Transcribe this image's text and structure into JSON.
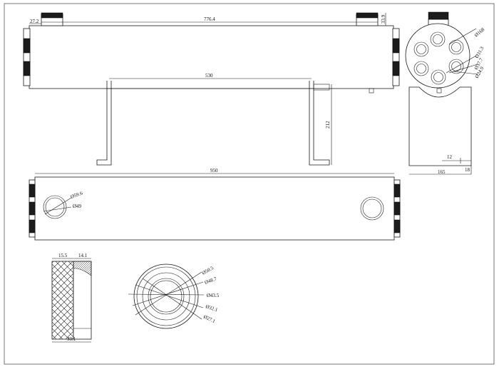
{
  "dimensions": {
    "overall_length_top": "776.4",
    "end_offset": "27.2",
    "cap_height": "33.9",
    "support_span": "530",
    "support_height": "212",
    "end_diameter": "Ø168",
    "port_diameter_a": "Ø31.3",
    "port_diameter_b": "Ø37.7",
    "port_diameter_c": "Ø24.9",
    "side_small": "12",
    "side_thickness": "18",
    "side_width": "165",
    "overall_length_front": "950",
    "port_outer": "Ø59.6",
    "port_inner": "Ø49",
    "gasket_a": "15.5",
    "gasket_b": "14.1",
    "gasket_total": "30.1",
    "ring_d1": "Ø50.5",
    "ring_d2": "Ø48.7",
    "ring_d3": "Ø43.5",
    "ring_d4": "Ø32.1",
    "ring_d5": "Ø27.1"
  },
  "colors": {
    "line": "#1a1a1a",
    "dark_fill": "#1c1c1c",
    "background": "#ffffff"
  }
}
